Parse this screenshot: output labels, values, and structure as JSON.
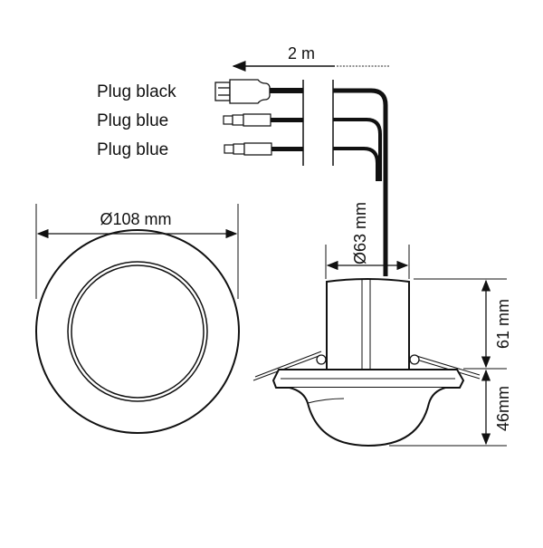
{
  "cable": {
    "length_label": "2 m"
  },
  "plugs": [
    {
      "label": "Plug black",
      "color": "black"
    },
    {
      "label": "Plug blue",
      "color": "blue"
    },
    {
      "label": "Plug blue",
      "color": "blue"
    }
  ],
  "dimensions": {
    "outer_diameter": "Ø108 mm",
    "body_diameter": "Ø63 mm",
    "body_height": "61 mm",
    "dome_height": "46mm"
  }
}
